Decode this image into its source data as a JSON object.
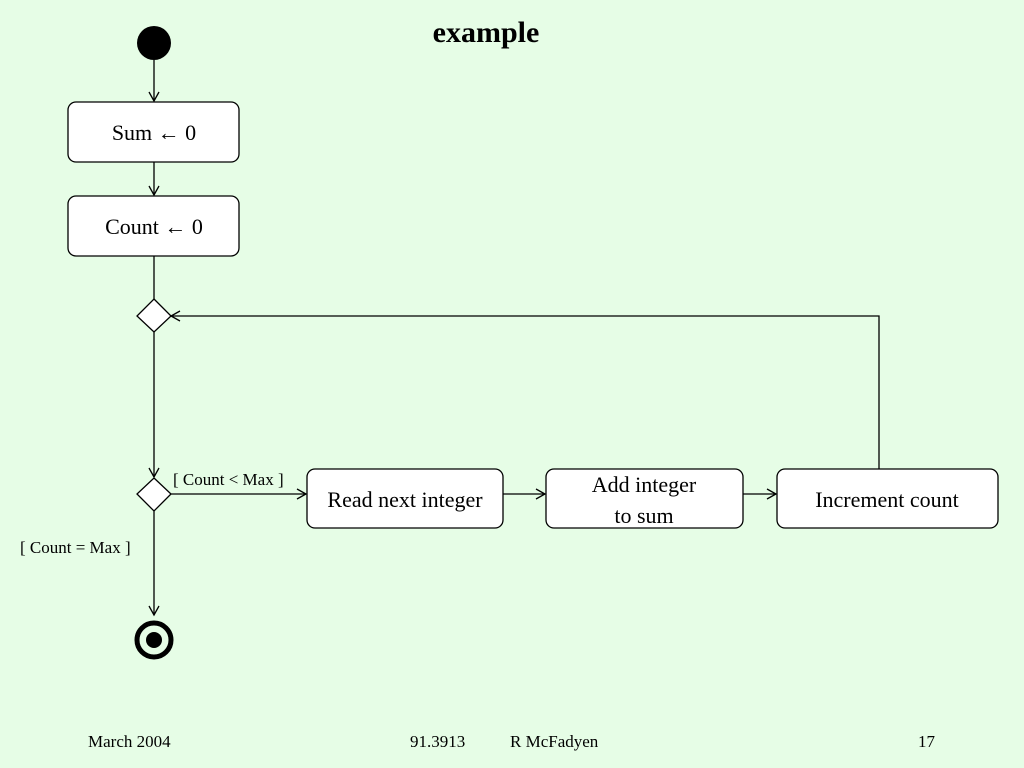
{
  "title": "example",
  "nodes": {
    "sum_init": "Sum ← 0",
    "count_init": "Count ← 0",
    "read_next": "Read next integer",
    "add_integer_line1": "Add integer",
    "add_integer_line2": "to sum",
    "increment": "Increment count"
  },
  "guards": {
    "continue": "[ Count < Max ]",
    "exit": "[ Count = Max ]"
  },
  "footer": {
    "date": "March 2004",
    "course": "91.3913",
    "author": "R McFadyen",
    "page": "17"
  },
  "colors": {
    "background": "#e6fde6",
    "node_fill": "#ffffff",
    "stroke": "#000000"
  }
}
